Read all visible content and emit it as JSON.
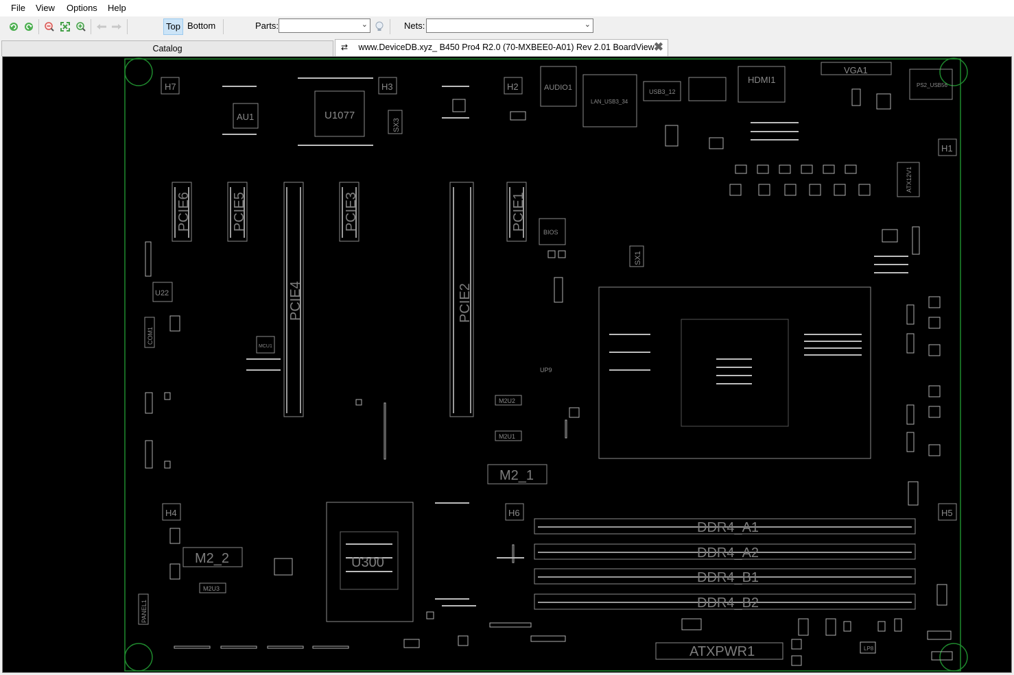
{
  "menu": {
    "file": "File",
    "view": "View",
    "options": "Options",
    "help": "Help"
  },
  "toolbar": {
    "icons": [
      "rotate-left-icon",
      "rotate-right-icon",
      "zoom-out-icon",
      "fit-icon",
      "zoom-in-icon",
      "back-arrow-icon",
      "forward-arrow-icon"
    ],
    "top_label": "Top",
    "bottom_label": "Bottom",
    "active_side": "Top",
    "parts_label": "Parts:",
    "parts_value": "",
    "nets_label": "Nets:",
    "nets_value": "",
    "hint_icon": "lightbulb-icon"
  },
  "tabs": {
    "catalog": "Catalog",
    "boardview": "www.DeviceDB.xyz_ B450 Pro4 R2.0 (70-MXBEE0-A01) Rev 2.01 BoardView",
    "boardview_icon": "shuffle-icon",
    "close_icon": "close-icon"
  },
  "board": {
    "colors": {
      "background": "#000000",
      "outline": "#1f8a2e",
      "silkscreen": "#8c8c8c",
      "pads": "#bdbdbd"
    },
    "labels": {
      "pcie6": "PCIE6",
      "pcie5": "PCIE5",
      "pcie4": "PCIE4",
      "pcie3": "PCIE3",
      "pcie2": "PCIE2",
      "pcie1": "PCIE1",
      "au1": "AU1",
      "u1077": "U1077",
      "h7": "H7",
      "h3": "H3",
      "h2": "H2",
      "h1": "H1",
      "h4": "H4",
      "h5": "H5",
      "h6": "H6",
      "sx3": "SX3",
      "sx1": "SX1",
      "u22": "U22",
      "com1": "COM1",
      "audio1": "AUDIO1",
      "lan_usb": "LAN_USB3_34",
      "usb3_12": "USB3_12",
      "hdmi1": "HDMI1",
      "vga1": "VGA1",
      "ps2_usb": "PS2_USB56",
      "atx12v1": "ATX12V1",
      "m2_1": "M2_1",
      "m2_2": "M2_2",
      "m2u2": "M2U2",
      "m2u1": "M2U1",
      "m2u3": "M2U3",
      "up9": "UP9",
      "mcu1": "MCU1",
      "ddr_a1": "DDR4_A1",
      "ddr_a2": "DDR4_A2",
      "ddr_b1": "DDR4_B1",
      "ddr_b2": "DDR4_B2",
      "atxpwr1": "ATXPWR1",
      "panel1": "PANEL1",
      "u300": "U300",
      "bios": "BIOS",
      "lp8": "LP8"
    }
  }
}
